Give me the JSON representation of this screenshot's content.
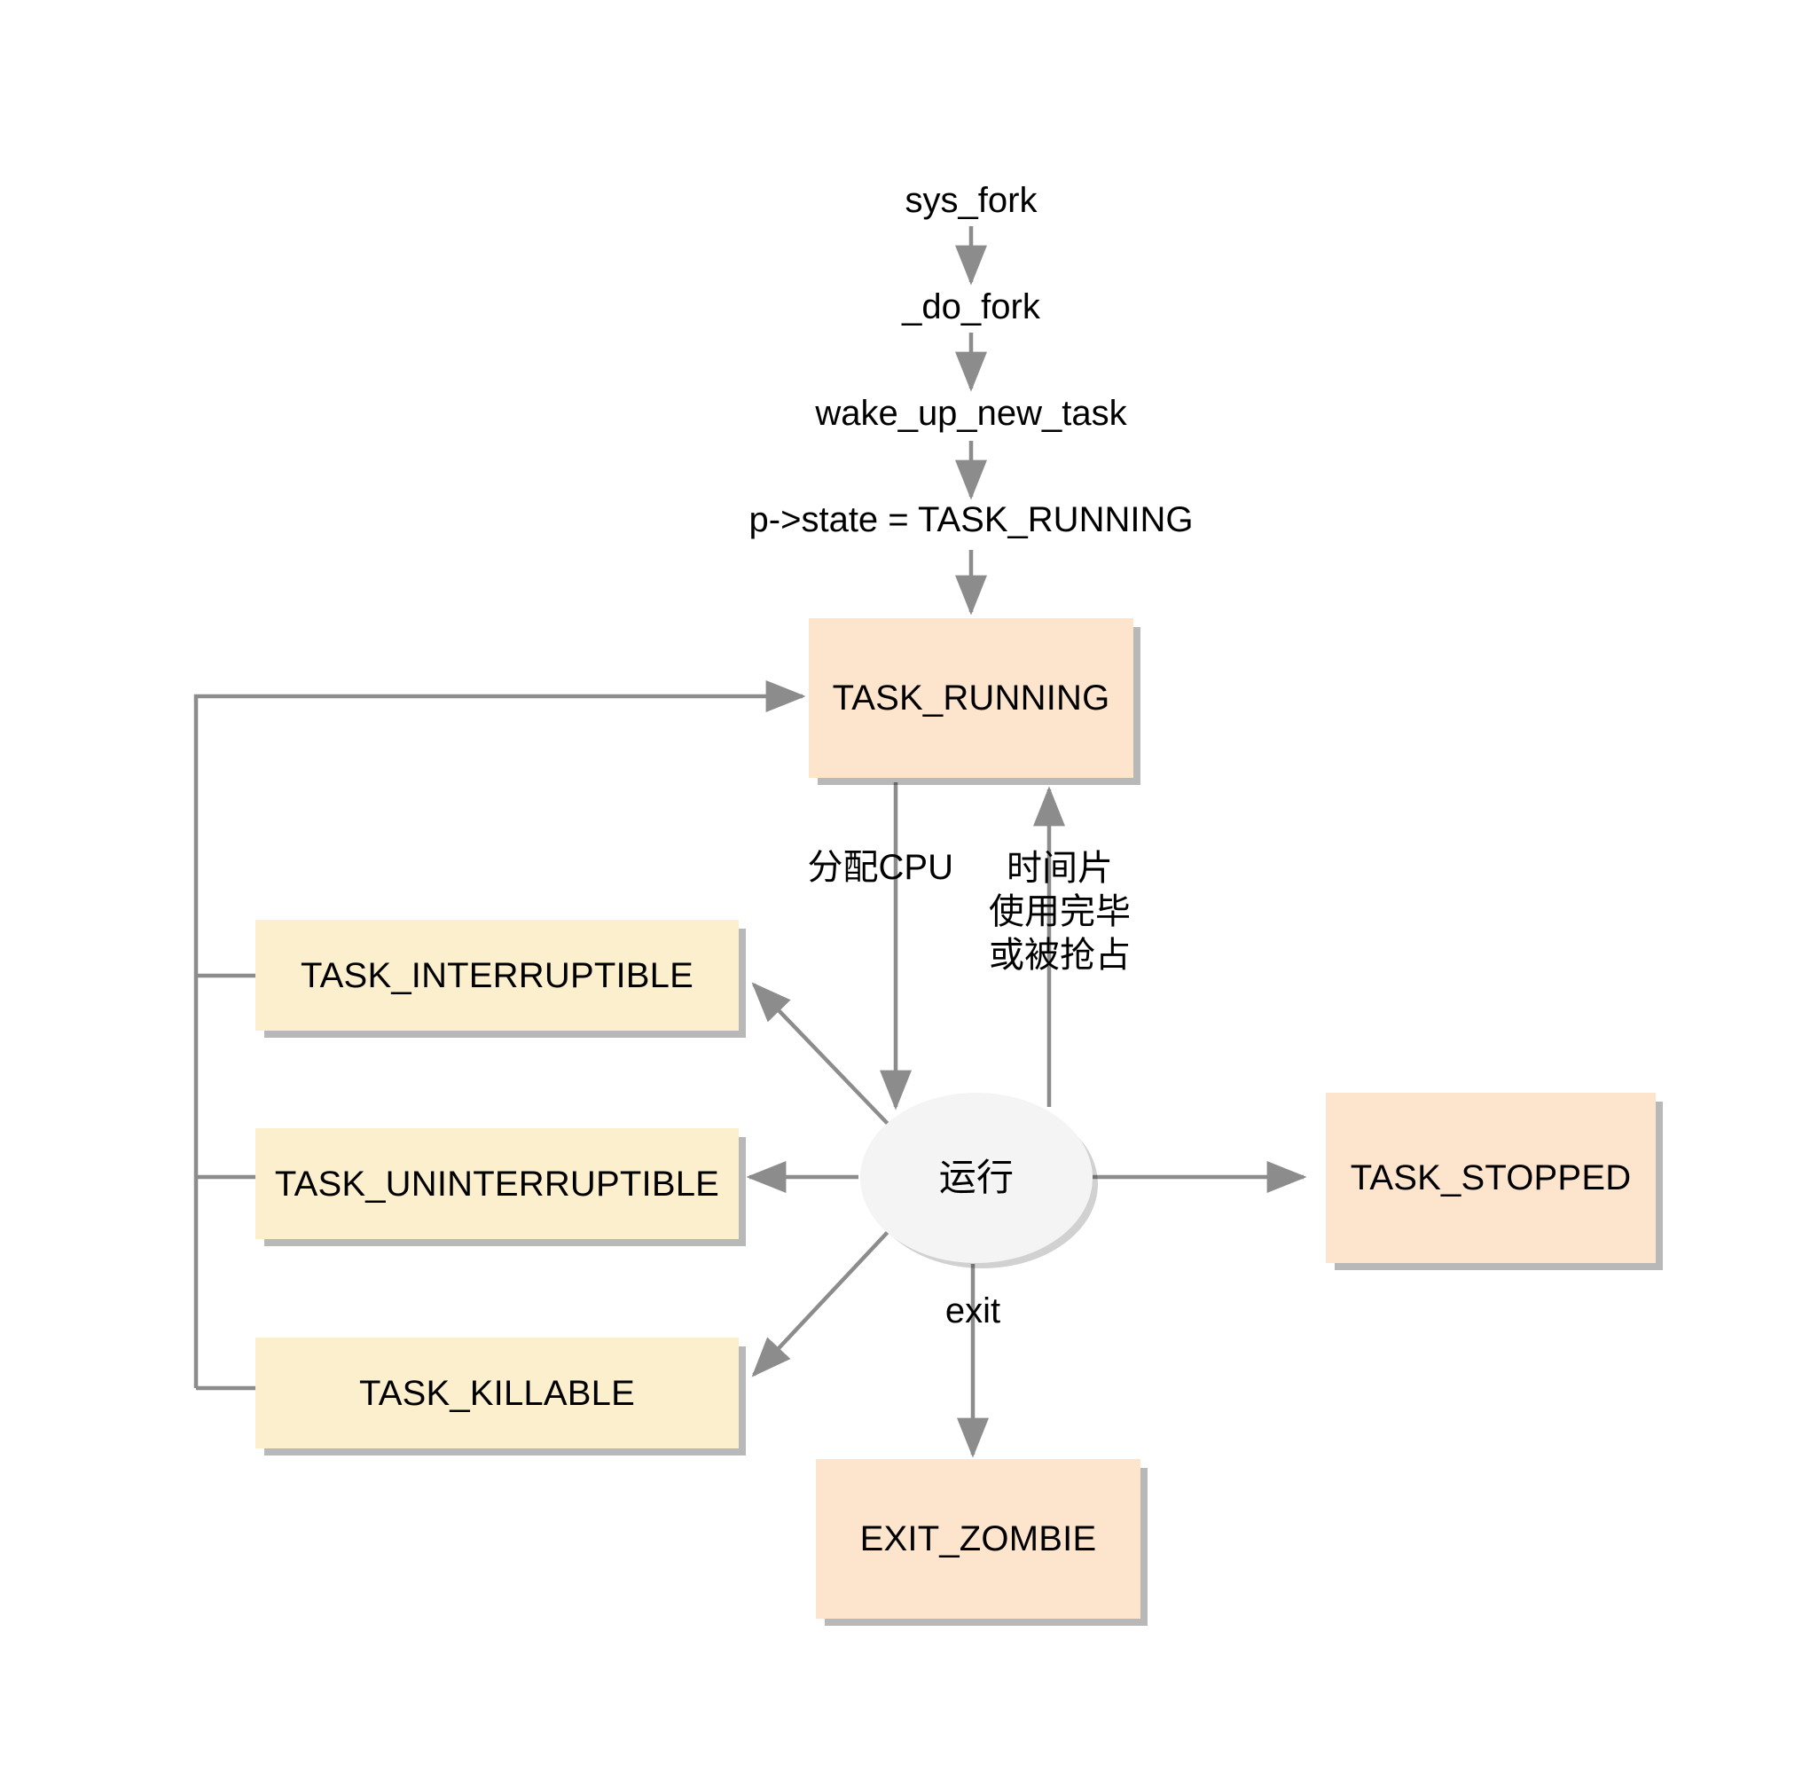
{
  "diagram": {
    "title": "Linux process state transition diagram",
    "palette": {
      "node_orange": "#fde4cc",
      "node_yellow": "#fbefcd",
      "node_ellipse": "#f4f4f4",
      "edge_gray": "#8c8c8c",
      "shadow_gray": "#b4b4b4",
      "text_black": "#000000",
      "background": "#ffffff"
    },
    "nodes": {
      "task_running": "TASK_RUNNING",
      "running_ellipse": "运行",
      "task_interruptible": "TASK_INTERRUPTIBLE",
      "task_uninterruptible": "TASK_UNINTERRUPTIBLE",
      "task_killable": "TASK_KILLABLE",
      "task_stopped": "TASK_STOPPED",
      "exit_zombie": "EXIT_ZOMBIE"
    },
    "flow_labels": {
      "sys_fork": "sys_fork",
      "do_fork": "_do_fork",
      "wake_up_new_task": "wake_up_new_task",
      "p_state_assign": "p->state = TASK_RUNNING"
    },
    "edge_labels": {
      "alloc_cpu": "分配CPU",
      "timeslice": "时间片\n使用完毕\n或被抢占",
      "exit": "exit"
    }
  }
}
